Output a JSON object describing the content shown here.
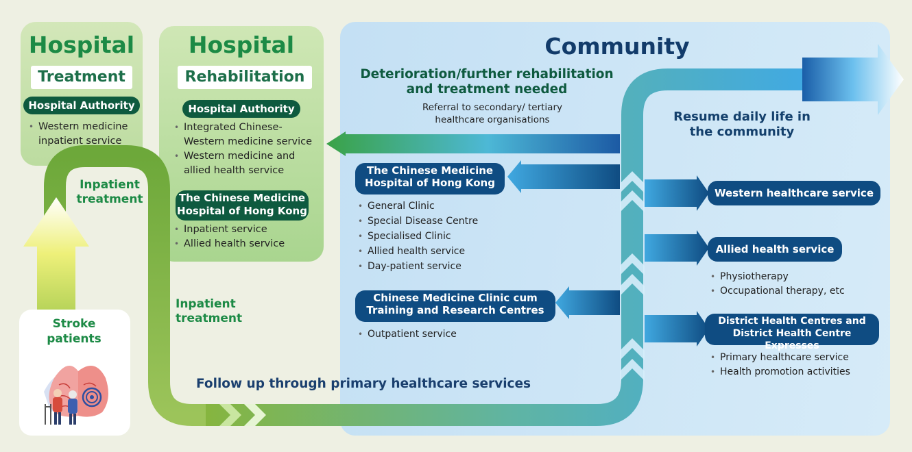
{
  "panels": {
    "treatment": {
      "title": "Hospital",
      "subtitle": "Treatment",
      "provider": "Hospital Authority",
      "services": [
        "Western medicine inpatient service"
      ]
    },
    "rehabilitation": {
      "title": "Hospital",
      "subtitle": "Rehabilitation",
      "provider_1": "Hospital Authority",
      "services_1": [
        "Integrated Chinese-Western medicine service",
        "Western medicine and allied health service"
      ],
      "provider_2": "The Chinese Medicine Hospital of Hong Kong",
      "services_2": [
        "Inpatient service",
        "Allied health service"
      ]
    },
    "community": {
      "title": "Community",
      "deterioration": "Deterioration/further rehabilitation and treatment needed",
      "referral": "Referral to secondary/ tertiary healthcare organisations",
      "resume": "Resume daily life in the community",
      "follow_up": "Follow up through primary healthcare services"
    }
  },
  "flow": {
    "inpatient_1": "Inpatient treatment",
    "inpatient_2": "Inpatient treatment",
    "stroke": "Stroke patients"
  },
  "community_left": [
    {
      "name": "The Chinese Medicine Hospital of Hong Kong",
      "services": [
        "General Clinic",
        "Special Disease Centre",
        "Specialised Clinic",
        "Allied health service",
        "Day-patient service"
      ]
    },
    {
      "name": "Chinese Medicine Clinic cum Training and Research Centres",
      "services": [
        "Outpatient service"
      ]
    }
  ],
  "community_right": [
    {
      "name": "Western healthcare service",
      "services": []
    },
    {
      "name": "Allied health service",
      "services": [
        "Physiotherapy",
        "Occupational therapy, etc"
      ]
    },
    {
      "name": "District Health Centres and District Health Centre Expresses",
      "services": [
        "Primary healthcare service",
        "Health promotion activities"
      ]
    }
  ],
  "colors": {
    "hospital_green": "#1c8a45",
    "dark_green": "#0e5a3f",
    "navy": "#0f4c82",
    "community_blue": "#cde6f7",
    "path_green": "#7fb23f",
    "path_blue": "#40aee6"
  }
}
